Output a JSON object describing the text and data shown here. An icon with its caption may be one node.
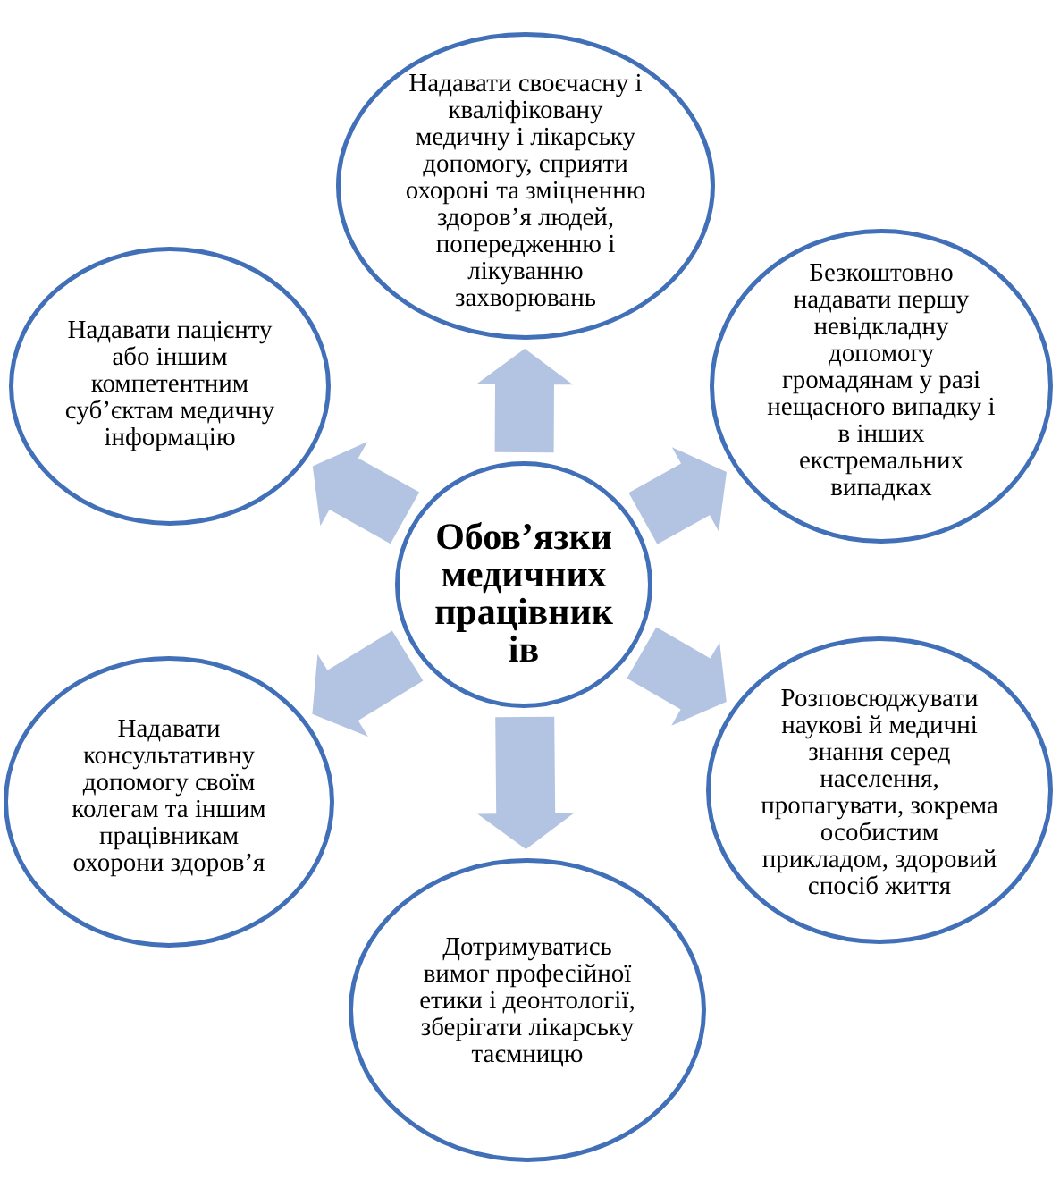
{
  "diagram": {
    "nodes": [
      {
        "text": [
          "Обов’язки медичних працівник ів"
        ]
      },
      {
        "text": [
          "Надавати своєчасну і кваліфіковану медичну і лікарську допомогу, сприяти охороні та зміцненню здоров’я людей, попередженню і лікуванню захворювань"
        ]
      },
      {
        "text": [
          "Безкоштовно надавати першу невідкладну допомогу громадянам у разі нещасного випадку і в інших екстремальних випадках"
        ]
      },
      {
        "text": [
          "Розповсюджувати наукові й медичні знання серед населення, пропагувати, зокрема особистим прикладом, здоровий спосіб життя"
        ]
      },
      {
        "text": [
          "Дотримуватись вимог професійної етики і деонтології, зберігати лікарську таємницю"
        ]
      },
      {
        "text": [
          "Надавати консультативну допомогу своїм колегам та іншим працівникам охорони здоров’я"
        ]
      },
      {
        "text": [
          "Надавати пацієнту або іншим компетентним суб’єктам медичну інформацію"
        ]
      }
    ],
    "edges": [
      {
        "from": 0,
        "to": 1,
        "arrow": "to"
      },
      {
        "from": 0,
        "to": 2,
        "arrow": "to"
      },
      {
        "from": 0,
        "to": 3,
        "arrow": "to"
      },
      {
        "from": 0,
        "to": 4,
        "arrow": "to"
      },
      {
        "from": 0,
        "to": 5,
        "arrow": "to"
      },
      {
        "from": 0,
        "to": 6,
        "arrow": "to"
      }
    ]
  }
}
